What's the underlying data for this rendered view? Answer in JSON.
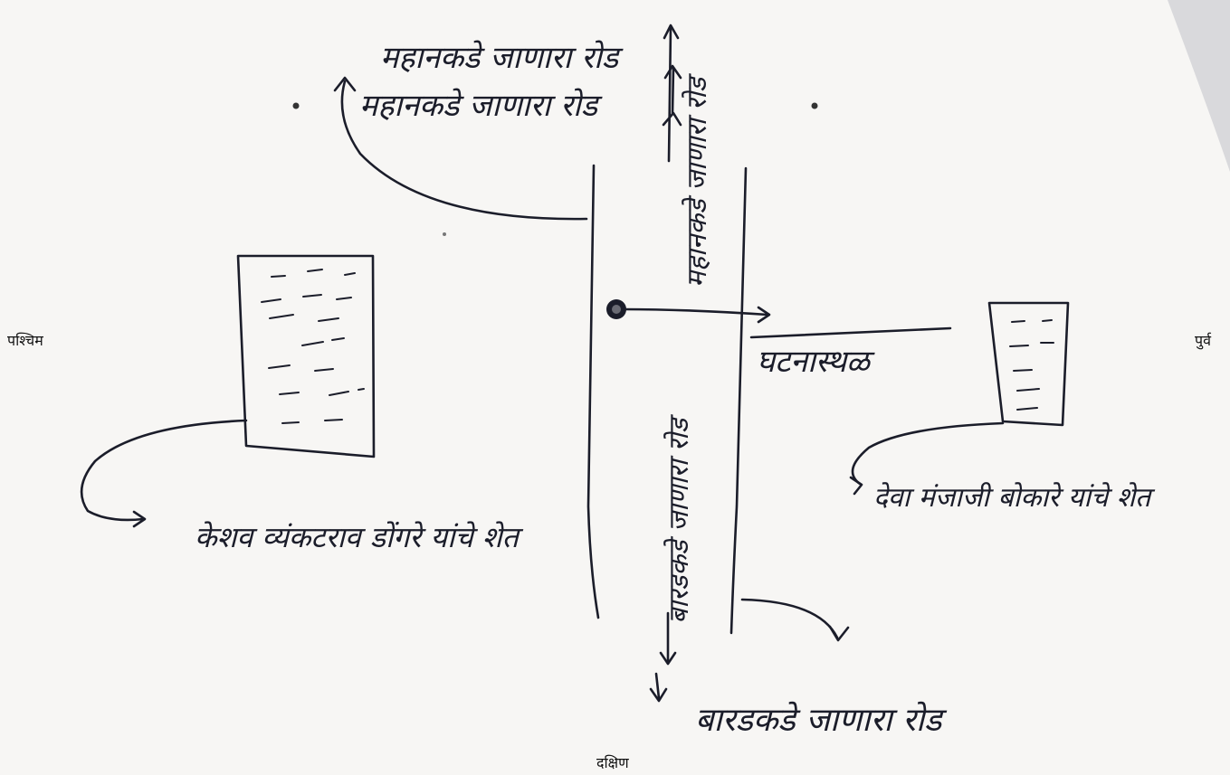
{
  "directions": {
    "west": "पश्चिम",
    "east": "पुर्व",
    "south": "दक्षिण"
  },
  "labels": {
    "road_north_top": "महानकडे जाणारा रोड",
    "road_north_inline": "महानकडे जाणारा रोड",
    "road_south_inline": "बारडकडे जाणारा रोड",
    "road_south_bottom": "बारडकडे जाणारा रोड",
    "incident_spot": "घटनास्थळ",
    "left_field": "केशव व्यंकटराव डोंगरे यांचे शेत",
    "right_field": "देवा मंजाजी बोकारे यांचे शेत"
  },
  "colors": {
    "ink": "#1b1d2a",
    "paper": "#f7f6f4"
  }
}
